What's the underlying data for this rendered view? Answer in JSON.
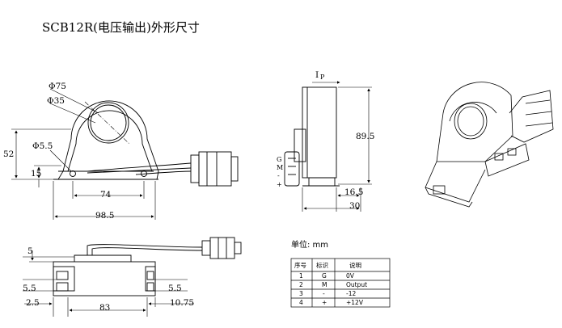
{
  "title": "SCB12R(电压输出)外形尺寸",
  "front_view": {
    "d_outer": "Φ75",
    "d_inner": "Φ35",
    "height": "52",
    "hole": "Φ5.5",
    "hole_offset": "15",
    "hole_spacing": "74",
    "overall_width": "98.5"
  },
  "side_view": {
    "current_label": "I",
    "current_sub": "P",
    "height": "89.5",
    "width_inner": "16.5",
    "width_total": "30",
    "pins": [
      "G",
      "M",
      "-",
      "+"
    ]
  },
  "bottom_view": {
    "top_offset": "5",
    "slot_left": "5.5",
    "slot_right": "5.5",
    "edge_left": "2.5",
    "span": "83",
    "edge_right": "10.75"
  },
  "unit_label": "单位: mm",
  "table": {
    "headers": [
      "序号",
      "标识",
      "说明"
    ],
    "rows": [
      [
        "1",
        "G",
        "0V"
      ],
      [
        "2",
        "M",
        "Output"
      ],
      [
        "3",
        "-",
        "-12"
      ],
      [
        "4",
        "+",
        "+12V"
      ]
    ]
  }
}
